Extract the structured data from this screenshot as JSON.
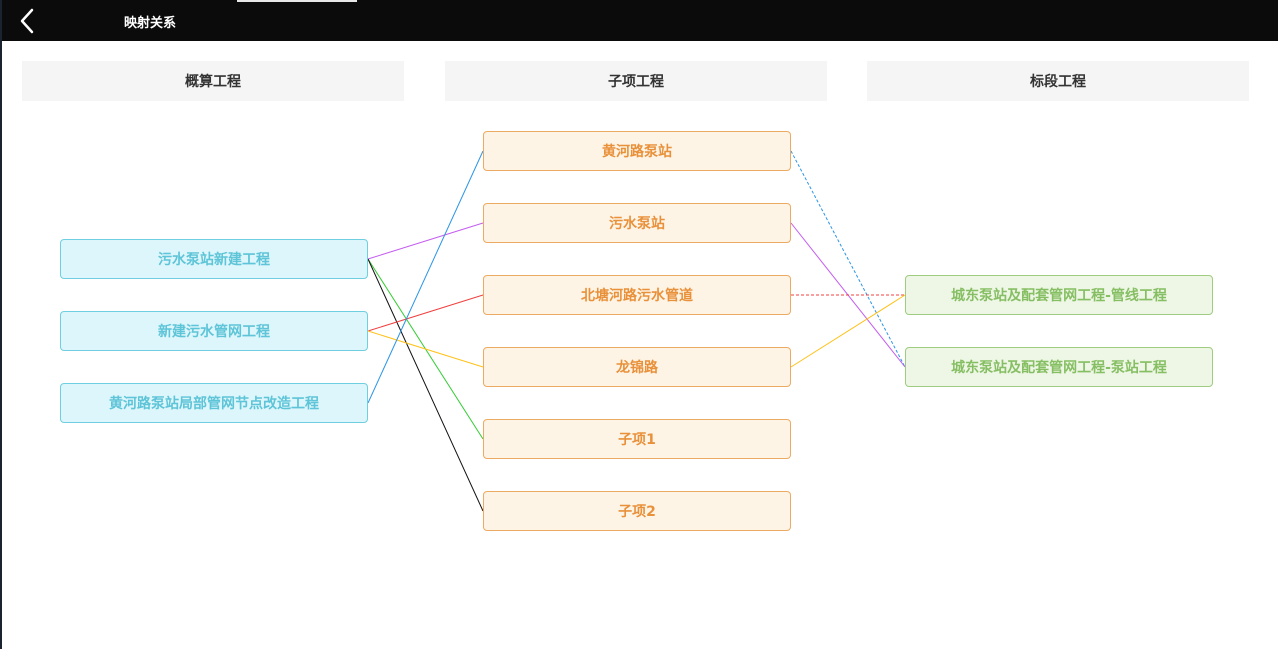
{
  "header": {
    "title": "映射关系",
    "back_icon": "chevron-left-icon"
  },
  "columns": {
    "budget": "概算工程",
    "subitem": "子项工程",
    "section": "标段工程"
  },
  "budget_items": [
    {
      "label": "污水泵站新建工程"
    },
    {
      "label": "新建污水管网工程"
    },
    {
      "label": "黄河路泵站局部管网节点改造工程"
    }
  ],
  "sub_items": [
    {
      "label": "黄河路泵站"
    },
    {
      "label": "污水泵站"
    },
    {
      "label": "北塘河路污水管道"
    },
    {
      "label": "龙锦路"
    },
    {
      "label": "子项1"
    },
    {
      "label": "子项2"
    }
  ],
  "section_items": [
    {
      "label": "城东泵站及配套管网工程-管线工程"
    },
    {
      "label": "城东泵站及配套管网工程-泵站工程"
    }
  ],
  "links": [
    {
      "from": "budget",
      "fi": 0,
      "to": "sub",
      "ti": 1,
      "color": "#c45cf0",
      "dash": false
    },
    {
      "from": "budget",
      "fi": 0,
      "to": "sub",
      "ti": 4,
      "color": "#33cc33",
      "dash": false
    },
    {
      "from": "budget",
      "fi": 0,
      "to": "sub",
      "ti": 5,
      "color": "#111111",
      "dash": false
    },
    {
      "from": "budget",
      "fi": 1,
      "to": "sub",
      "ti": 2,
      "color": "#f04040",
      "dash": false
    },
    {
      "from": "budget",
      "fi": 1,
      "to": "sub",
      "ti": 3,
      "color": "#ffc21a",
      "dash": false
    },
    {
      "from": "budget",
      "fi": 2,
      "to": "sub",
      "ti": 0,
      "color": "#2a95e8",
      "dash": false
    },
    {
      "from": "sub",
      "fi": 0,
      "to": "section",
      "ti": 1,
      "color": "#2a95e8",
      "dash": true
    },
    {
      "from": "sub",
      "fi": 1,
      "to": "section",
      "ti": 1,
      "color": "#c45cf0",
      "dash": false
    },
    {
      "from": "sub",
      "fi": 2,
      "to": "section",
      "ti": 0,
      "color": "#f04040",
      "dash": true
    },
    {
      "from": "sub",
      "fi": 3,
      "to": "section",
      "ti": 0,
      "color": "#ffc21a",
      "dash": false
    }
  ]
}
